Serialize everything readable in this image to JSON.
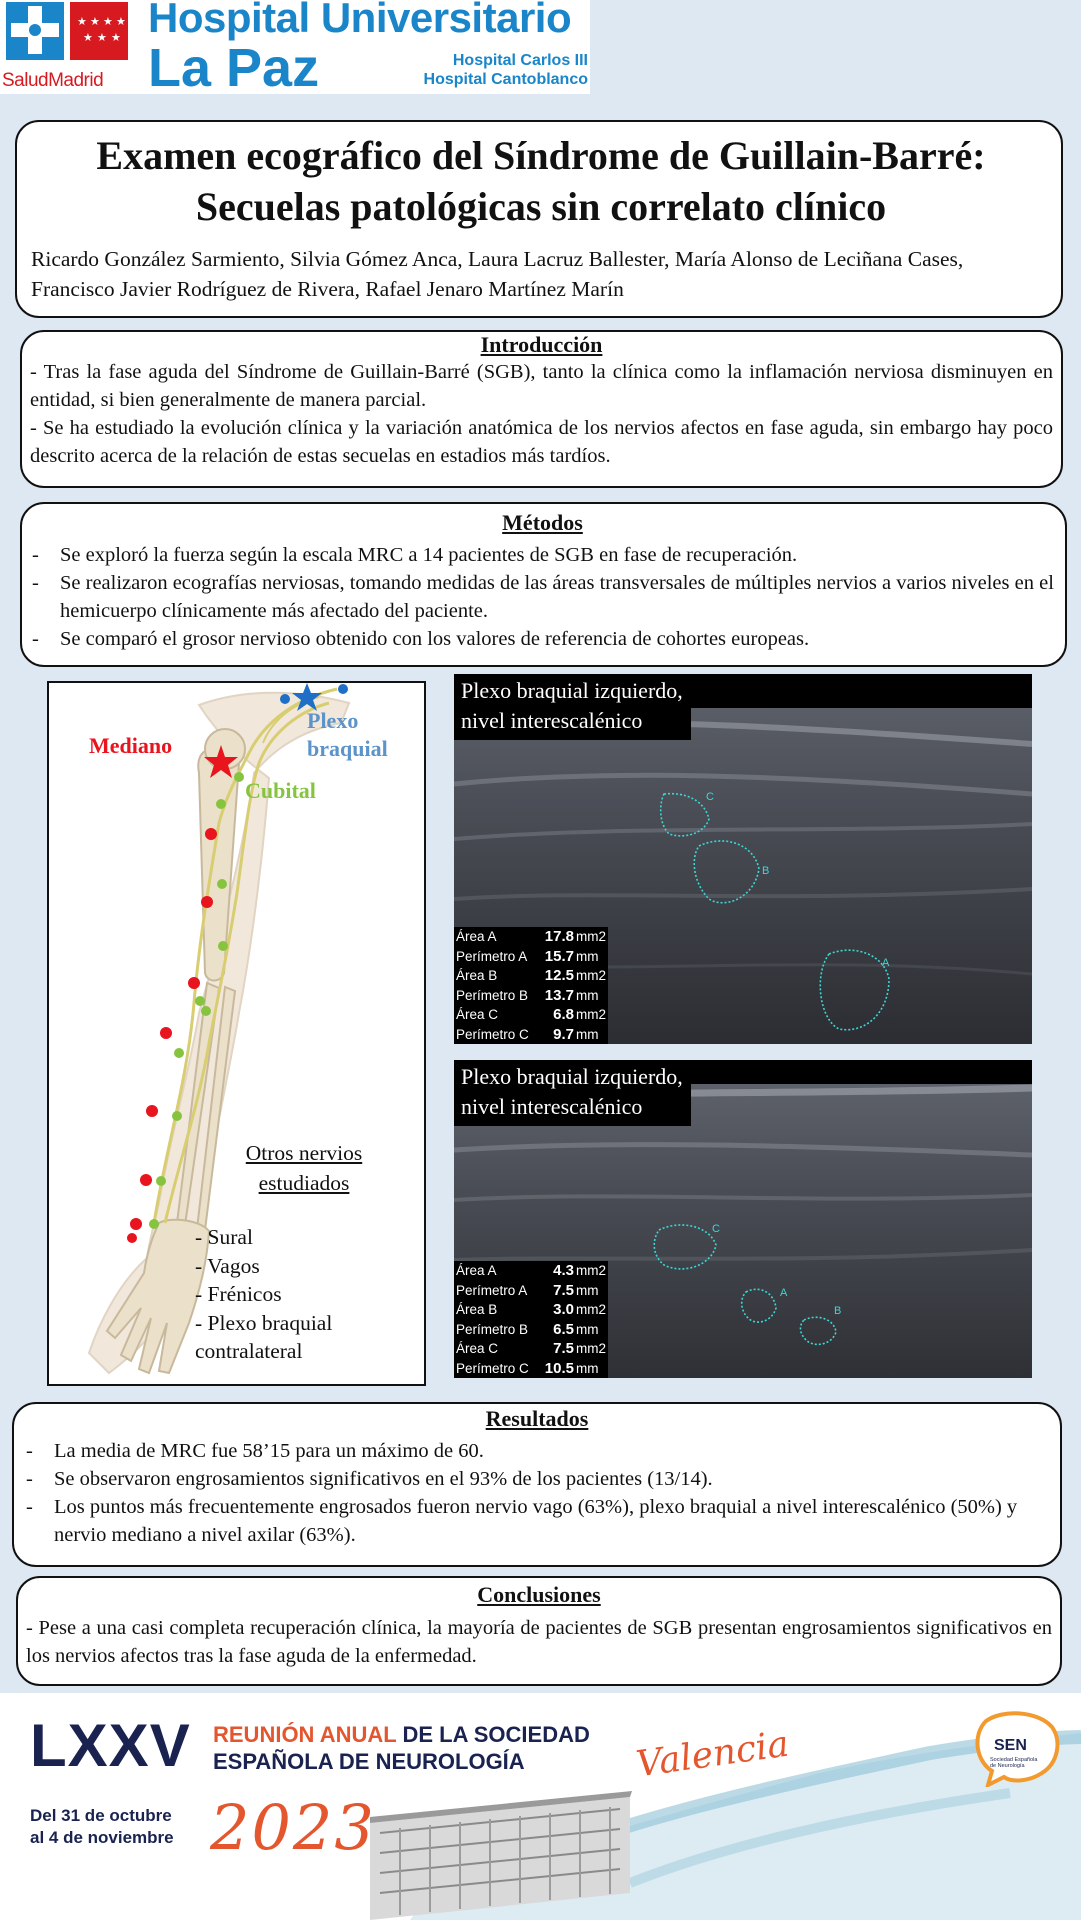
{
  "header": {
    "salud_madrid": "SaludMadrid",
    "hospital_line1": "Hospital Universitario",
    "hospital_line2": "La Paz",
    "sub_hospitals": [
      "Hospital Carlos III",
      "Hospital Cantoblanco"
    ]
  },
  "title": {
    "line1": "Examen ecográfico del Síndrome de Guillain-Barré:",
    "line2": "Secuelas patológicas sin correlato clínico",
    "authors": "Ricardo González Sarmiento, Silvia Gómez Anca, Laura Lacruz Ballester, María Alonso de Leciñana Cases, Francisco Javier Rodríguez de Rivera, Rafael Jenaro Martínez Marín"
  },
  "introduccion": {
    "heading": "Introducción",
    "paragraphs": [
      "- Tras la fase aguda del Síndrome de Guillain-Barré (SGB), tanto la clínica como la inflamación nerviosa disminuyen en entidad, si bien generalmente de manera parcial.",
      "- Se ha estudiado la evolución clínica y la variación anatómica de los nervios afectos en fase aguda, sin embargo hay poco descrito acerca de la relación de estas secuelas en estadios más tardíos."
    ]
  },
  "metodos": {
    "heading": "Métodos",
    "items": [
      "Se exploró la fuerza según la escala MRC a 14 pacientes de SGB en fase de recuperación.",
      "Se realizaron ecografías nerviosas, tomando medidas de las áreas transversales de múltiples nervios a varios niveles en el hemicuerpo clínicamente más afectado del paciente.",
      "Se comparó el grosor nervioso obtenido con los valores de referencia de cohortes europeas."
    ]
  },
  "arm_diagram": {
    "label_mediano": "Mediano",
    "label_plexo": [
      "Plexo",
      "braquial"
    ],
    "label_cubital": "Cubital",
    "colors": {
      "mediano": "#e8141e",
      "plexo": "#1f6fc6",
      "cubital": "#86c440"
    },
    "other_heading": [
      "Otros nervios",
      "estudiados"
    ],
    "other_nerves": [
      "- Sural",
      "- Vagos",
      "- Frénicos",
      "- Plexo braquial",
      "contralateral"
    ]
  },
  "ultrasound": [
    {
      "caption": [
        "Plexo braquial izquierdo,",
        "nivel interescalénico"
      ],
      "rows": [
        {
          "label": "Área A",
          "value": "17.8",
          "unit": "mm2"
        },
        {
          "label": "Perímetro A",
          "value": "15.7",
          "unit": "mm"
        },
        {
          "label": "Área B",
          "value": "12.5",
          "unit": "mm2"
        },
        {
          "label": "Perímetro B",
          "value": "13.7",
          "unit": "mm"
        },
        {
          "label": "Área C",
          "value": "6.8",
          "unit": "mm2"
        },
        {
          "label": "Perímetro C",
          "value": "9.7",
          "unit": "mm"
        }
      ],
      "markers": [
        "C",
        "B",
        "A"
      ]
    },
    {
      "caption": [
        "Plexo braquial izquierdo,",
        "nivel interescalénico"
      ],
      "rows": [
        {
          "label": "Área A",
          "value": "4.3",
          "unit": "mm2"
        },
        {
          "label": "Perímetro A",
          "value": "7.5",
          "unit": "mm"
        },
        {
          "label": "Área B",
          "value": "3.0",
          "unit": "mm2"
        },
        {
          "label": "Perímetro B",
          "value": "6.5",
          "unit": "mm"
        },
        {
          "label": "Área C",
          "value": "7.5",
          "unit": "mm2"
        },
        {
          "label": "Perímetro C",
          "value": "10.5",
          "unit": "mm"
        }
      ],
      "markers": [
        "C",
        "A",
        "B"
      ]
    }
  ],
  "resultados": {
    "heading": "Resultados",
    "items": [
      "La media de MRC fue 58’15 para un máximo de 60.",
      "Se observaron engrosamientos significativos en el 93% de los pacientes (13/14).",
      "Los puntos más frecuentemente engrosados fueron nervio vago (63%), plexo braquial a nivel interescalénico (50%) y nervio mediano a nivel axilar (63%)."
    ]
  },
  "conclusiones": {
    "heading": "Conclusiones",
    "text": "- Pese a una casi completa recuperación clínica, la mayoría de pacientes de SGB presentan engrosamientos significativos en los nervios afectos tras la fase aguda de la enfermedad."
  },
  "footer": {
    "edition": "LXXV",
    "reunion_line1_a": "REUNIÓN ANUAL",
    "reunion_line1_b": " DE LA SOCIEDAD",
    "reunion_line2": "ESPAÑOLA DE NEUROLOGÍA",
    "city": "Valencia",
    "dates": [
      "Del 31 de octubre",
      "al 4 de noviembre"
    ],
    "year": "2023",
    "sen": "SEN",
    "sen_sub": "Sociedad Española de Neurología"
  }
}
